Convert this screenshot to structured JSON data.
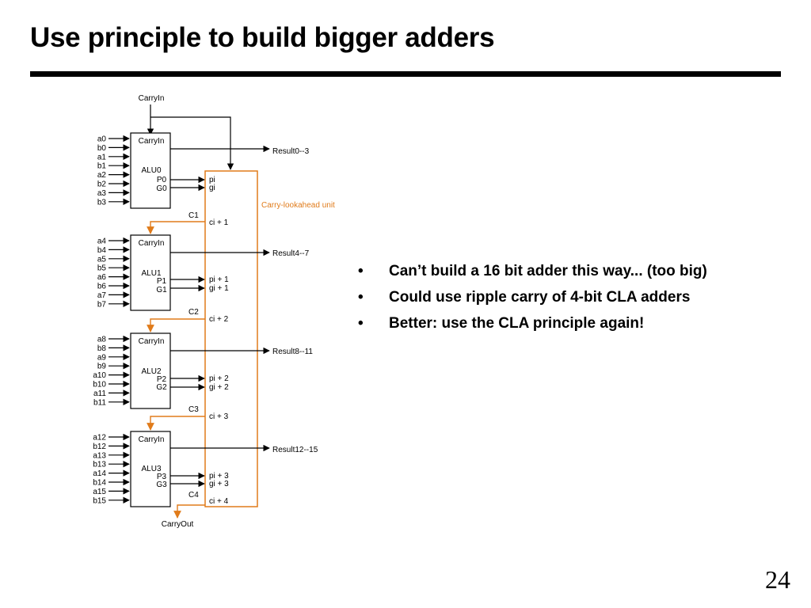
{
  "slide": {
    "title": "Use principle to build bigger adders",
    "page_number": "24"
  },
  "bullets": [
    {
      "marker": "•",
      "text": "Can’t build a 16 bit adder this way... (too big)"
    },
    {
      "marker": "•",
      "text": "Could use ripple carry of 4-bit CLA adders"
    },
    {
      "marker": "•",
      "text": "Better:  use the CLA principle again!"
    }
  ],
  "diagram": {
    "carry_in_top": "CarryIn",
    "carry_out": "CarryOut",
    "cla_unit_label": "Carry-lookahead unit",
    "colors": {
      "wire": "#000000",
      "carry": "#E07B1A",
      "cla_text": "#E07B1A"
    },
    "alus": [
      {
        "name": "ALU0",
        "carry_in": "CarryIn",
        "p": "P0",
        "g": "G0",
        "inputs": [
          "a0",
          "b0",
          "a1",
          "b1",
          "a2",
          "b2",
          "a3",
          "b3"
        ],
        "result": "Result0--3",
        "pi": "pi",
        "gi": "gi",
        "c_label": "C1",
        "ci_label": "ci + 1"
      },
      {
        "name": "ALU1",
        "carry_in": "CarryIn",
        "p": "P1",
        "g": "G1",
        "inputs": [
          "a4",
          "b4",
          "a5",
          "b5",
          "a6",
          "b6",
          "a7",
          "b7"
        ],
        "result": "Result4--7",
        "pi": "pi + 1",
        "gi": "gi + 1",
        "c_label": "C2",
        "ci_label": "ci + 2"
      },
      {
        "name": "ALU2",
        "carry_in": "CarryIn",
        "p": "P2",
        "g": "G2",
        "inputs": [
          "a8",
          "b8",
          "a9",
          "b9",
          "a10",
          "b10",
          "a11",
          "b11"
        ],
        "result": "Result8--11",
        "pi": "pi + 2",
        "gi": "gi + 2",
        "c_label": "C3",
        "ci_label": "ci + 3"
      },
      {
        "name": "ALU3",
        "carry_in": "CarryIn",
        "p": "P3",
        "g": "G3",
        "inputs": [
          "a12",
          "b12",
          "a13",
          "b13",
          "a14",
          "b14",
          "a15",
          "b15"
        ],
        "result": "Result12--15",
        "pi": "pi + 3",
        "gi": "gi + 3",
        "c_label": "C4",
        "ci_label": "ci + 4"
      }
    ]
  }
}
